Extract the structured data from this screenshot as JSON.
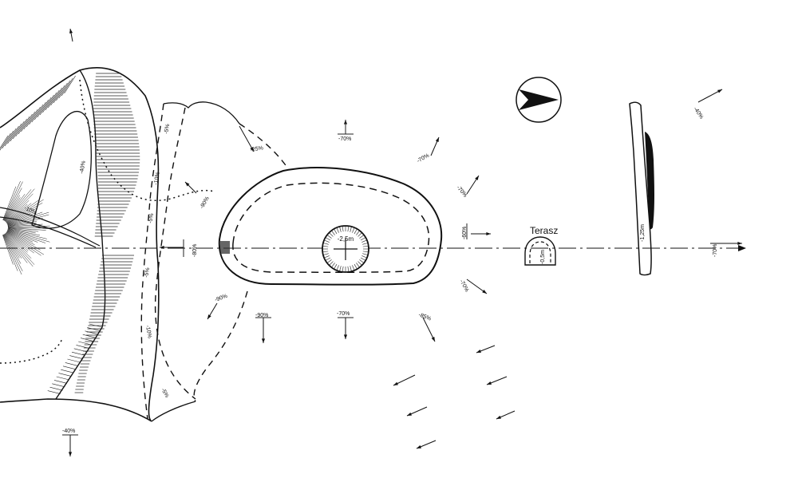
{
  "map": {
    "terrace_label": "Terasz",
    "pit_depth": "-2,5m",
    "terrace_depth": "-0,5m",
    "wall_depth": "-1,25m",
    "slope_labels": {
      "top_left": "-40%",
      "upper_center": "-25%",
      "cross_top": "-70%",
      "small_right": "-70%",
      "diag_right": "-70%",
      "right_edge": "-70%",
      "upper_right": "-40%",
      "axis_left": "-80%",
      "axis_right": "-60%",
      "path_left": "-90%",
      "lower_right": "-70%",
      "lower_left": "-90%",
      "lower_mid": "-90%",
      "lower_center": "-70%",
      "lower_diag": "-85%",
      "bottom_left": "-40%",
      "band_1": "-5%",
      "band_2": "-10%",
      "band_3": "-5%",
      "band_4": "-5%",
      "band_5": "-10%",
      "band_6": "-5%",
      "cliff": "-10%"
    },
    "north_arrow": "north-arrow"
  }
}
